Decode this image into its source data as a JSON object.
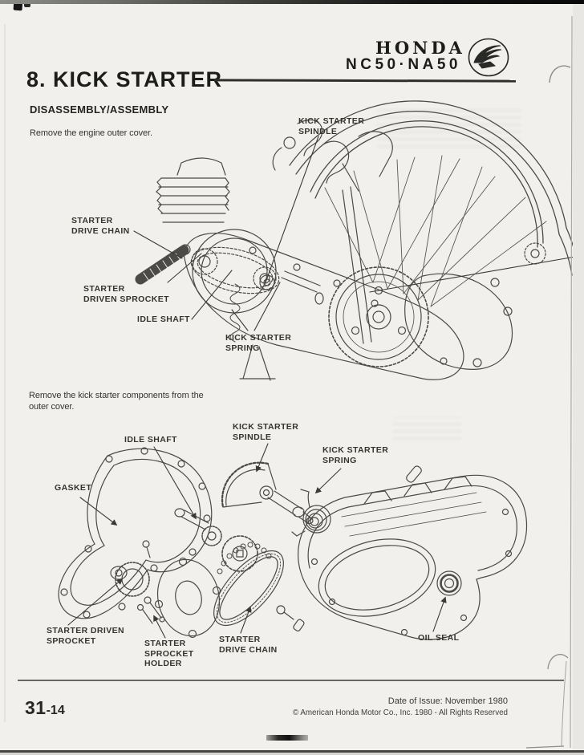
{
  "colors": {
    "page_bg": "#f2f0ec",
    "ink": "#1d1d1b",
    "line_art": "#4c4a46"
  },
  "header": {
    "brand": "HONDA",
    "model": "NC50·NA50",
    "emblem": "honda-wing-icon"
  },
  "title": "8. KICK STARTER",
  "section_heading": "DISASSEMBLY/ASSEMBLY",
  "steps": [
    {
      "text": "Remove the engine outer cover."
    },
    {
      "lines": [
        "Remove the kick starter components from the",
        "outer cover."
      ]
    }
  ],
  "diagram1": {
    "description": "engine-left-side-view",
    "labels": [
      {
        "lines": [
          "KICK STARTER",
          "SPINDLE"
        ]
      },
      {
        "lines": [
          "STARTER",
          "DRIVE CHAIN"
        ]
      },
      {
        "lines": [
          "STARTER",
          "DRIVEN SPROCKET"
        ]
      },
      {
        "lines": [
          "IDLE SHAFT"
        ]
      },
      {
        "lines": [
          "KICK STARTER",
          "SPRING"
        ]
      }
    ]
  },
  "diagram2": {
    "description": "kick-starter-components-exploded-view",
    "labels": [
      {
        "lines": [
          "IDLE SHAFT"
        ]
      },
      {
        "lines": [
          "KICK STARTER",
          "SPINDLE"
        ]
      },
      {
        "lines": [
          "KICK STARTER",
          "SPRING"
        ]
      },
      {
        "lines": [
          "GASKET"
        ]
      },
      {
        "lines": [
          "STARTER DRIVEN",
          "SPROCKET"
        ]
      },
      {
        "lines": [
          "STARTER",
          "SPROCKET",
          "HOLDER"
        ]
      },
      {
        "lines": [
          "STARTER",
          "DRIVE CHAIN"
        ]
      },
      {
        "lines": [
          "OIL SEAL"
        ]
      }
    ]
  },
  "footer": {
    "page_number": "31",
    "page_number_suffix": "-14",
    "date_of_issue": "Date of Issue: November 1980",
    "copyright_symbol": "©",
    "copyright": "American Honda Motor Co., Inc. 1980 - All Rights Reserved"
  }
}
